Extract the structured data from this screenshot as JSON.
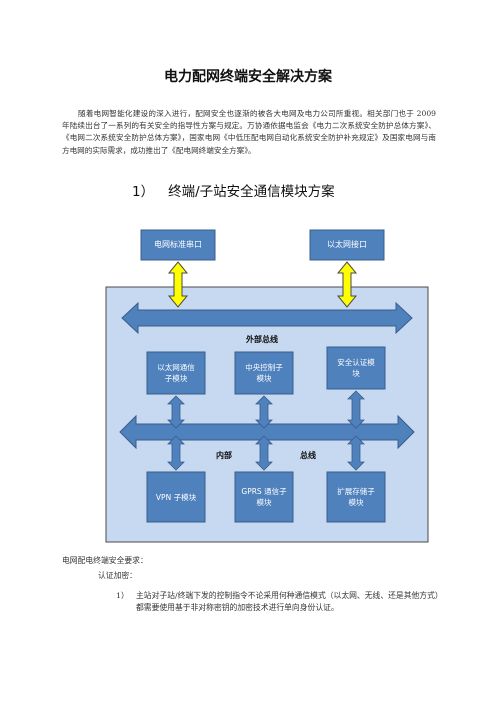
{
  "title": "电力配网终端安全解决方案",
  "intro": "随着电网智能化建设的深入进行，配网安全也逐渐的被各大电网及电力公司所重视。相关部门也于 2009 年陆续出台了一系列的有关安全的指导性方案与规定。万协通依据电监会《电力二次系统安全防护总体方案》、《电网二次系统安全防护总体方案》，国家电网《中低压配电网自动化系统安全防护补充规定》及国家电网与南方电网的实际需求，成功推出了《配电网终端安全方案》。",
  "section": {
    "number": "1）",
    "heading": "终端/子站安全通信模块方案"
  },
  "diagram": {
    "top_left": "电网标准串口",
    "top_right": "以太网接口",
    "external_bus": "外部总线",
    "internal_bus_a": "内部",
    "internal_bus_b": "总线",
    "modules_row1": [
      "以太网通信子模块",
      "中央控制子模块",
      "安全认证模块"
    ],
    "modules_row2": [
      "VPN 子模块",
      "GPRS 通信子模块",
      "扩展存储子模块"
    ],
    "colors": {
      "module_fill": "#4f81bd",
      "module_border": "#385d8a",
      "board_fill": "#c6d9f1",
      "board_border": "#4a4a4a",
      "horizontal_arrow": "#4f81bd",
      "vertical_arrow_blue": "#4f81bd",
      "vertical_arrow_yellow": "#ffff00"
    }
  },
  "requirements": {
    "heading": "电网配电终端安全要求：",
    "sub": "认证加密：",
    "items": [
      {
        "number": "1）",
        "text": "主站对子站/终端下发的控制指令不论采用何种通信模式（以太网、无线、还是其他方式）都需要使用基于非对称密钥的加密技术进行单向身份认证。"
      }
    ]
  }
}
